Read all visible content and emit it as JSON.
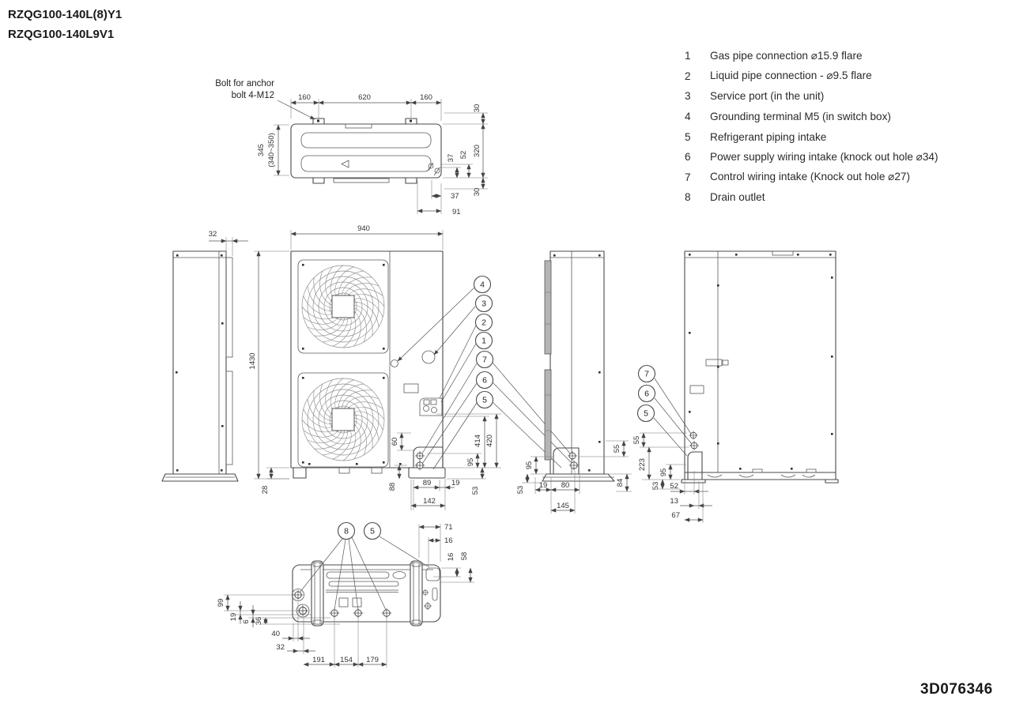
{
  "title": {
    "line1": "RZQG100-140L(8)Y1",
    "line2": "RZQG100-140L9V1"
  },
  "drawing_number": "3D076346",
  "notes": {
    "anchor_bolt_line1": "Bolt for anchor",
    "anchor_bolt_line2": "bolt 4-M12"
  },
  "legend": {
    "items": [
      {
        "num": "1",
        "text": "Gas pipe connection ⌀15.9 flare"
      },
      {
        "num": "2",
        "text": "Liquid pipe connection - ⌀9.5 flare"
      },
      {
        "num": "3",
        "text": "Service port (in the unit)"
      },
      {
        "num": "4",
        "text": "Grounding terminal M5 (in switch box)"
      },
      {
        "num": "5",
        "text": "Refrigerant piping intake"
      },
      {
        "num": "6",
        "text": "Power supply wiring intake (knock out hole ⌀34)"
      },
      {
        "num": "7",
        "text": "Control wiring intake (Knock out hole ⌀27)"
      },
      {
        "num": "8",
        "text": "Drain outlet"
      }
    ]
  },
  "callouts": {
    "front": [
      "4",
      "3",
      "2",
      "1",
      "7",
      "6",
      "5"
    ],
    "right": [
      "7",
      "6",
      "5"
    ],
    "bottom": [
      "8",
      "5"
    ]
  },
  "dims": {
    "top": {
      "left160": "160",
      "mid620": "620",
      "right160": "160",
      "top30": "30",
      "mid320": "320",
      "bot30": "30",
      "d37v": "37",
      "d52": "52",
      "depth": "345",
      "depth_range": "(340~350)",
      "d37h": "37",
      "d91": "91"
    },
    "side1": {
      "d32": "32"
    },
    "front": {
      "w940": "940",
      "h1430": "1430",
      "d28": "28",
      "d60": "60",
      "d88": "88",
      "d89": "89",
      "d19": "19",
      "d142": "142",
      "d95": "95",
      "d53": "53",
      "d414": "414",
      "d420": "420"
    },
    "side2": {
      "d95": "95",
      "d53": "53",
      "d19": "19",
      "d80": "80",
      "d145": "145",
      "d55": "55",
      "d84": "84"
    },
    "side3": {
      "d55": "55",
      "d223": "223",
      "d95": "95",
      "d53": "53",
      "d52": "52",
      "d13": "13",
      "d67": "67"
    },
    "bottom": {
      "d71": "71",
      "d16a": "16",
      "d16b": "16",
      "d58": "58",
      "d99": "99",
      "d19": "19",
      "d6": "6",
      "d36": "36",
      "d40": "40",
      "d32": "32",
      "d191": "191",
      "d154": "154",
      "d179": "179"
    }
  }
}
